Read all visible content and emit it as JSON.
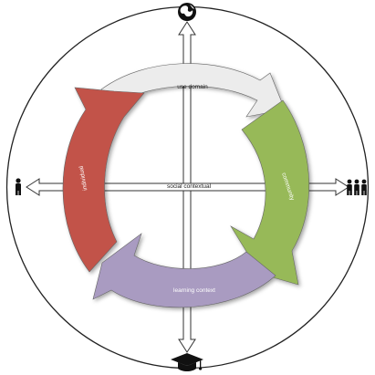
{
  "diagram": {
    "center_label": "social contextual",
    "segments": [
      {
        "id": "use-domain",
        "label": "use domain",
        "color": "#ececec"
      },
      {
        "id": "community",
        "label": "community",
        "color": "#97b959"
      },
      {
        "id": "learning-context",
        "label": "learning context",
        "color": "#a99bc1"
      },
      {
        "id": "individual",
        "label": "individual",
        "color": "#c2534a"
      }
    ],
    "icons": {
      "top": "globe-icon",
      "right": "group-icon",
      "bottom": "graduation-cap-icon",
      "left": "person-icon"
    }
  }
}
